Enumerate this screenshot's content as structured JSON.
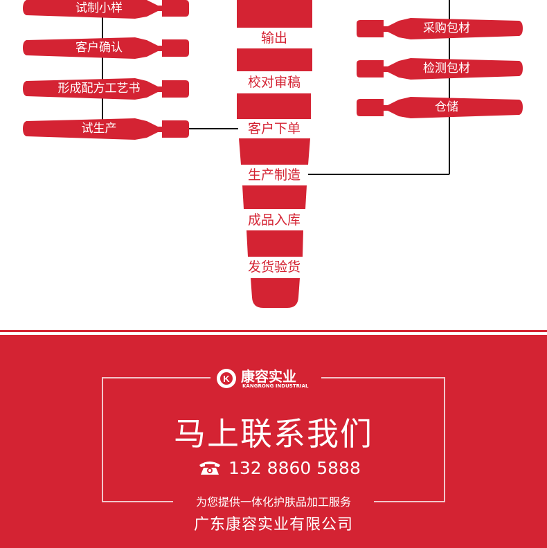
{
  "left_steps": [
    "试制小样",
    "客户确认",
    "形成配方工艺书",
    "试生产"
  ],
  "center_steps": [
    "输出",
    "校对审稿",
    "客户下单",
    "生产制造",
    "成品入库",
    "发货验货"
  ],
  "right_steps": [
    "采购包材",
    "检测包材",
    "仓储"
  ],
  "footer": {
    "logo_cn": "康容实业",
    "logo_en": "KANGRONG INDUSTRIAL",
    "headline": "马上联系我们",
    "phone_icon": "telephone-icon",
    "phone": "132 8860 5888",
    "tagline": "为您提供一体化护肤品加工服务",
    "company": "广东康容实业有限公司"
  },
  "colors": {
    "brand_red": "#d42333"
  }
}
